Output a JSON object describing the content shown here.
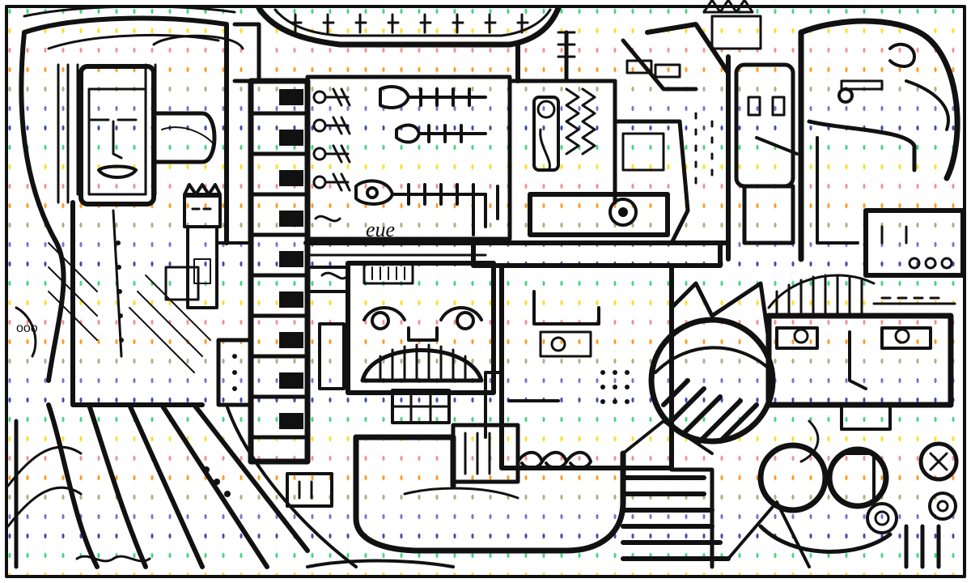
{
  "artwork": {
    "style": "black-ink doodle line art on white, overlaid with a grid of small colored dots",
    "ink_color": "#111111",
    "background_color": "#ffffff",
    "dot_colors": [
      "#2ecc71",
      "#6a5acd",
      "#ff8c00",
      "#ffd700",
      "#1e2f9e",
      "#9aa56b",
      "#f08080"
    ],
    "embedded_lettering": [
      "eue",
      "ooo"
    ]
  }
}
